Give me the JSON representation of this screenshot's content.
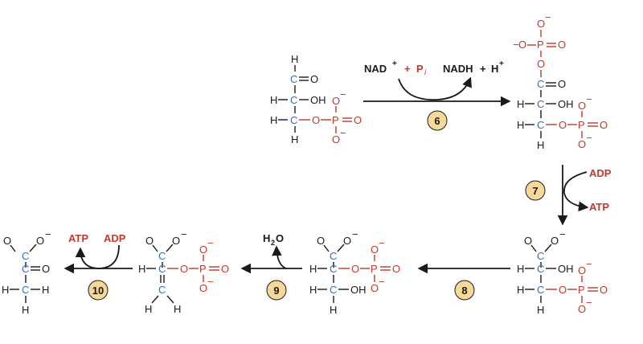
{
  "colors": {
    "carbon": "#3a6fb5",
    "phosphate": "#c0392b",
    "text": "#1a1a1a",
    "badge": "#f6d99a"
  },
  "reactants": {
    "nad": "NAD",
    "plus": "+",
    "pi": "P",
    "pi_sub": "i",
    "nadh": "NADH",
    "h": "H",
    "adp": "ADP",
    "atp": "ATP",
    "h2o_h": "H",
    "h2o_2": "2",
    "h2o_o": "O"
  },
  "atoms": {
    "C": "C",
    "H": "H",
    "O": "O",
    "P": "P",
    "OH": "OH",
    "ominus": "O",
    "minus": "−"
  },
  "steps": {
    "s6": "6",
    "s7": "7",
    "s8": "8",
    "s9": "9",
    "s10": "10"
  }
}
